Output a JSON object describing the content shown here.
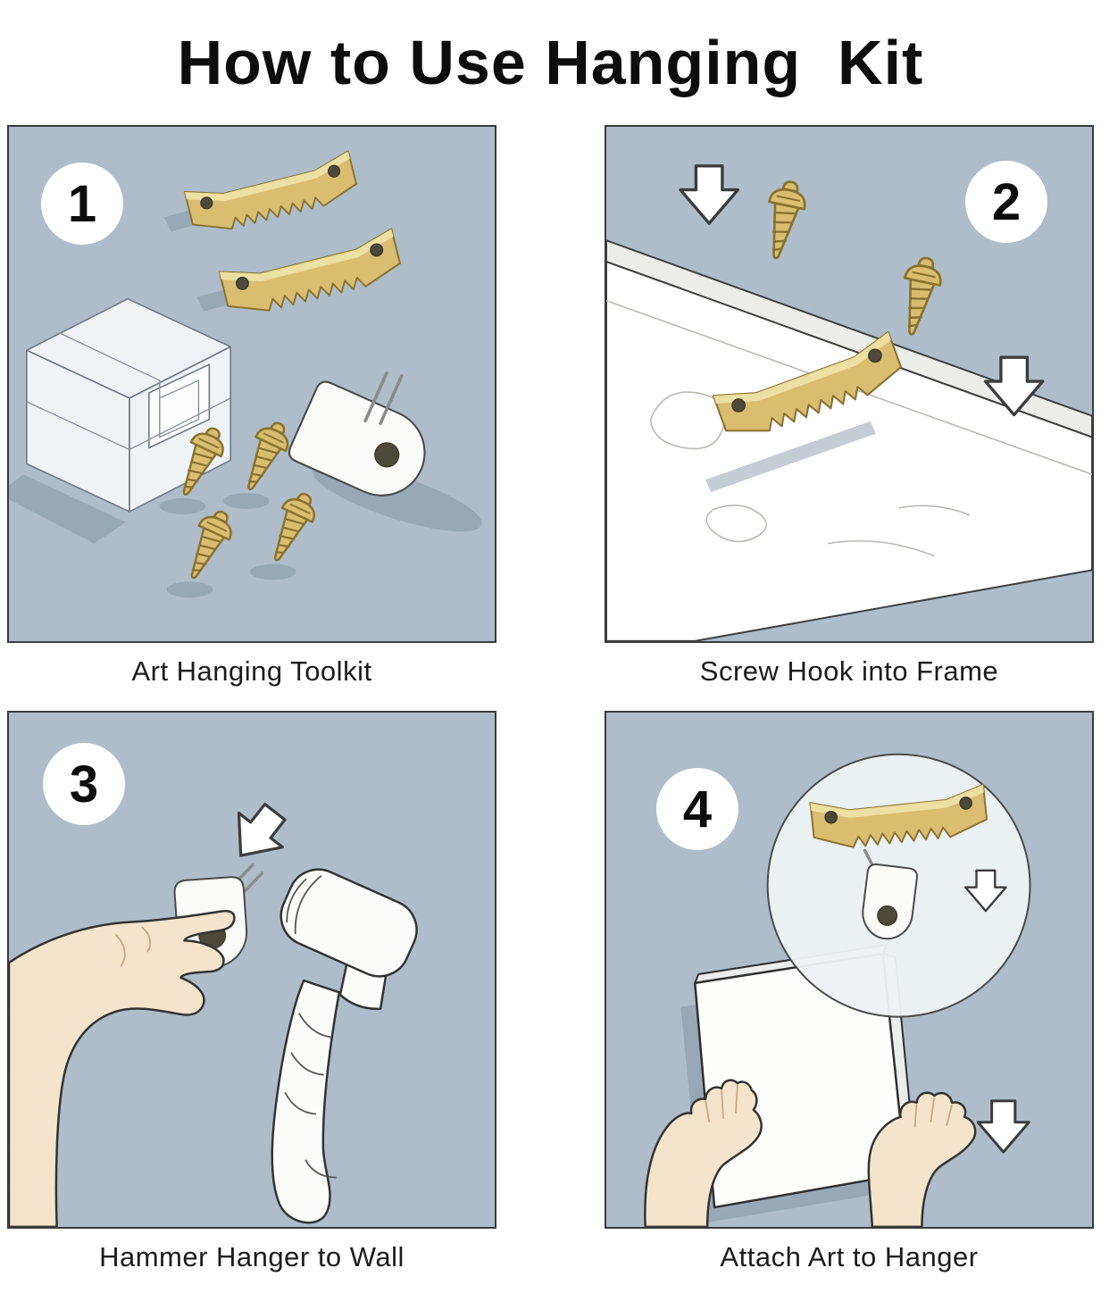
{
  "title": "How to Use Hanging  Kit",
  "steps": [
    {
      "number": "1",
      "caption": "Art Hanging Toolkit",
      "alt": "Kit contents: two sawtooth hangers, four gold screws, a clear storage box and a white wall hook"
    },
    {
      "number": "2",
      "caption": "Screw Hook into Frame",
      "alt": "Sawtooth hanger placed on the back of a wooden frame with two screws and down arrows"
    },
    {
      "number": "3",
      "caption": "Hammer Hanger to Wall",
      "alt": "Hand holding the white wall hanger against the wall while a hammer taps its pins in"
    },
    {
      "number": "4",
      "caption": "Attach Art to Hanger",
      "alt": "Hands lowering the artwork onto the wall hanger; detail circle shows the sawtooth hanger dropping onto the hook"
    }
  ],
  "colors": {
    "panel_bg": "#aebdc9",
    "gold": "#d9bd71",
    "gold_shadow": "#8a7330",
    "outline": "#2f2f2f",
    "skin": "#f5e4cb",
    "white": "#ffffff"
  }
}
